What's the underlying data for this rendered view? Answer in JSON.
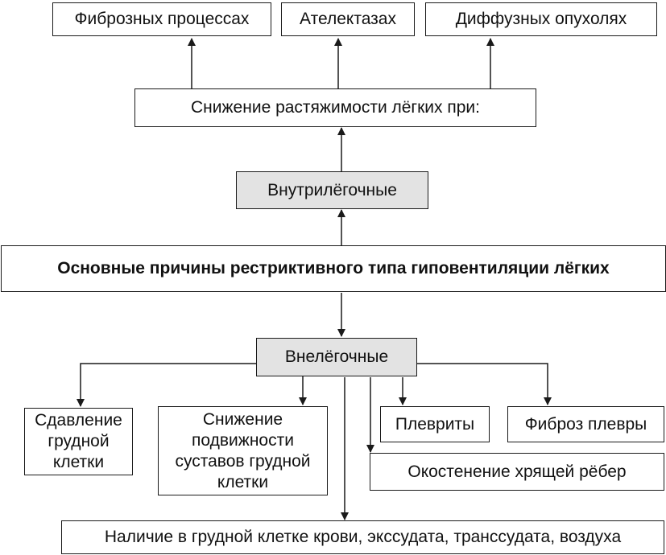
{
  "diagram": {
    "title": "Основные причины рестриктивного типа гиповентиляции лёгких",
    "intra": {
      "label": "Внутрилёгочные",
      "compliance": "Снижение растяжимости лёгких при:",
      "causes": [
        "Фиброзных процессах",
        "Ателектазах",
        "Диффузных опухолях"
      ]
    },
    "extra": {
      "label": "Внелёгочные",
      "causes": {
        "compression": "Сдавление грудной клетки",
        "mobility": "Снижение подвижности суставов грудной клетки",
        "pleurisy": "Плевриты",
        "pleural_fibrosis": "Фиброз плевры",
        "ossification": "Окостенение хрящей рёбер",
        "fluids": "Наличие в грудной клетке крови, экссудата, транссудата, воздуха"
      }
    }
  }
}
